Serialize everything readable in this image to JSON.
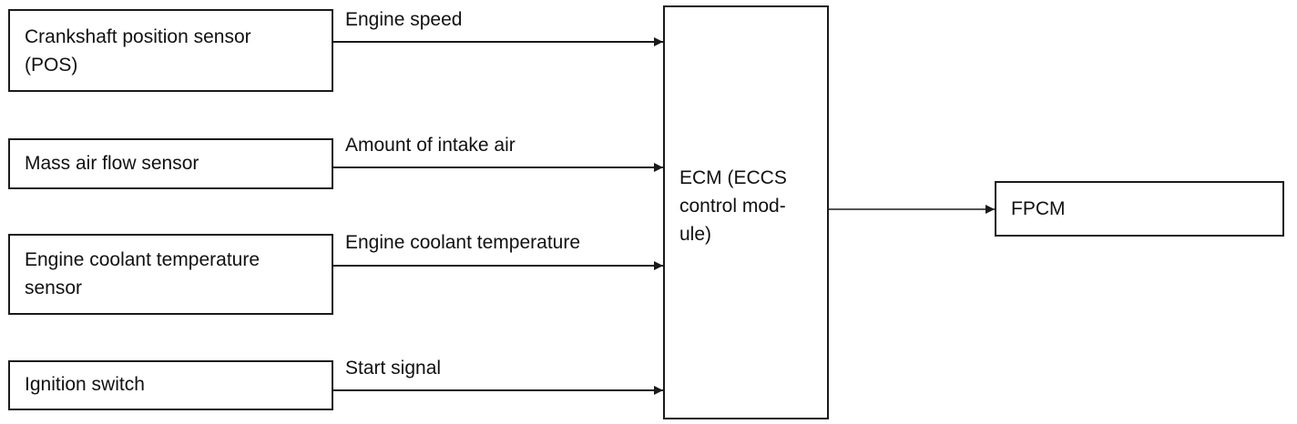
{
  "inputs": [
    {
      "name": "Crankshaft position sensor\n(POS)",
      "signal": "Engine speed"
    },
    {
      "name": "Mass air flow sensor",
      "signal": "Amount of intake air"
    },
    {
      "name": "Engine coolant temperature\nsensor",
      "signal": "Engine coolant temperature"
    },
    {
      "name": "Ignition switch",
      "signal": "Start signal"
    }
  ],
  "ecm": {
    "name": "ECM (ECCS\ncontrol mod-\nule)"
  },
  "output": {
    "name": "FPCM"
  }
}
